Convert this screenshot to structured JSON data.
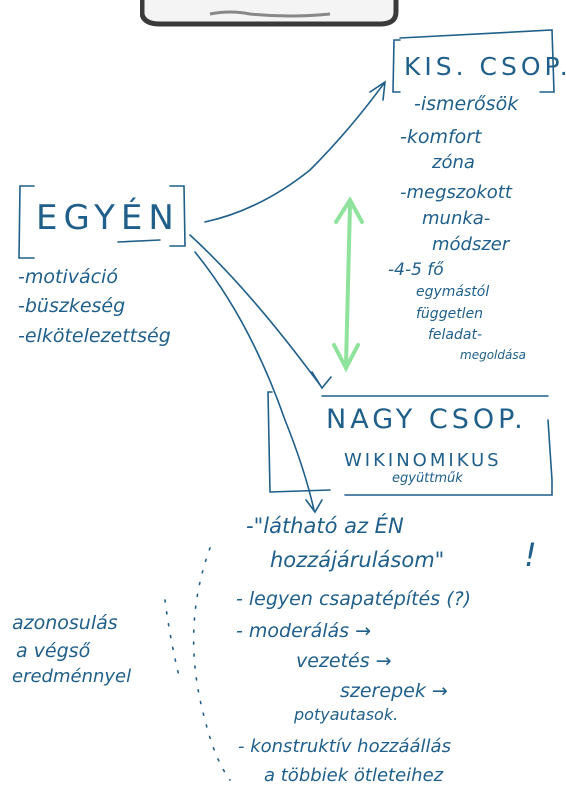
{
  "colors": {
    "ink": "#1f5f8a",
    "arrow": "#8fe39c",
    "clip": "#3a3a3a"
  },
  "individual": {
    "title": "EGYÉN",
    "items": [
      "-motiváció",
      "-büszkeség",
      "-elkötelezettség"
    ]
  },
  "small_group": {
    "title": "KIS. CSOP.",
    "items": [
      "-ismerősök",
      "-komfort",
      "zóna",
      "-megszokott",
      "munka-",
      "módszer",
      "-4-5 fő",
      "egymástól",
      "független",
      "feladat-",
      "megoldása"
    ]
  },
  "large_group": {
    "title": "NAGY CSOP.",
    "subtitle": "WIKINOMIKUS",
    "subtitle2": "együttműk"
  },
  "list": {
    "l1": "-\"látható az ÉN",
    "l2": "hozzájárulásom\"",
    "l2b": "!",
    "l3": "- legyen csapatépítés (?)",
    "l4": "- moderálás →",
    "l5": "vezetés →",
    "l6": "szerepek →",
    "l7": "potyautasok.",
    "l8": "- konstruktív hozzáállás",
    "l9": "a többiek ötleteihez"
  },
  "side_note": [
    "azonosulás",
    "a végső",
    "eredménnyel"
  ]
}
